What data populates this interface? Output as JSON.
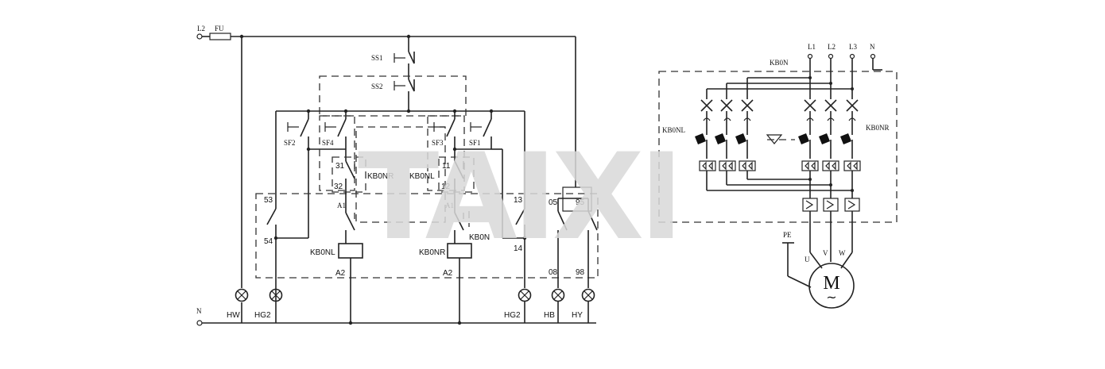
{
  "watermark": "TAIXI",
  "control_circuit": {
    "supply": {
      "line": "L2",
      "fuse": "FU",
      "neutral": "N"
    },
    "stop_buttons": [
      "SS1",
      "SS2"
    ],
    "start_buttons": [
      "SF2",
      "SF4",
      "SF3",
      "SF1"
    ],
    "interlock_contacts": [
      {
        "terminals": [
          "31",
          "32"
        ],
        "label": "KB0NR"
      },
      {
        "terminals": [
          "11",
          "12"
        ],
        "label": "KB0NL"
      }
    ],
    "aux_contacts": [
      {
        "top": "53",
        "bottom": "54"
      },
      {
        "top": "13",
        "bottom": "14"
      },
      {
        "top": "05",
        "bottom": "08"
      },
      {
        "top": "95",
        "bottom": "98"
      }
    ],
    "coils": [
      {
        "label": "KB0NL",
        "top": "A1",
        "bottom": "A2"
      },
      {
        "label": "KB0NR",
        "top": "A1",
        "bottom": "A2"
      }
    ],
    "kbon_contact": "KB0N",
    "lamps": [
      "HW",
      "HG2",
      "HG2",
      "HB",
      "HY"
    ]
  },
  "main_circuit": {
    "supply": [
      "L1",
      "L2",
      "L3",
      "N"
    ],
    "device": "KB0N",
    "left_unit": "KB0NL",
    "right_unit": "KB0NR",
    "ground": "PE",
    "motor_terminals": [
      "U",
      "V",
      "W"
    ],
    "motor": "M",
    "motor_symbol": "~"
  }
}
